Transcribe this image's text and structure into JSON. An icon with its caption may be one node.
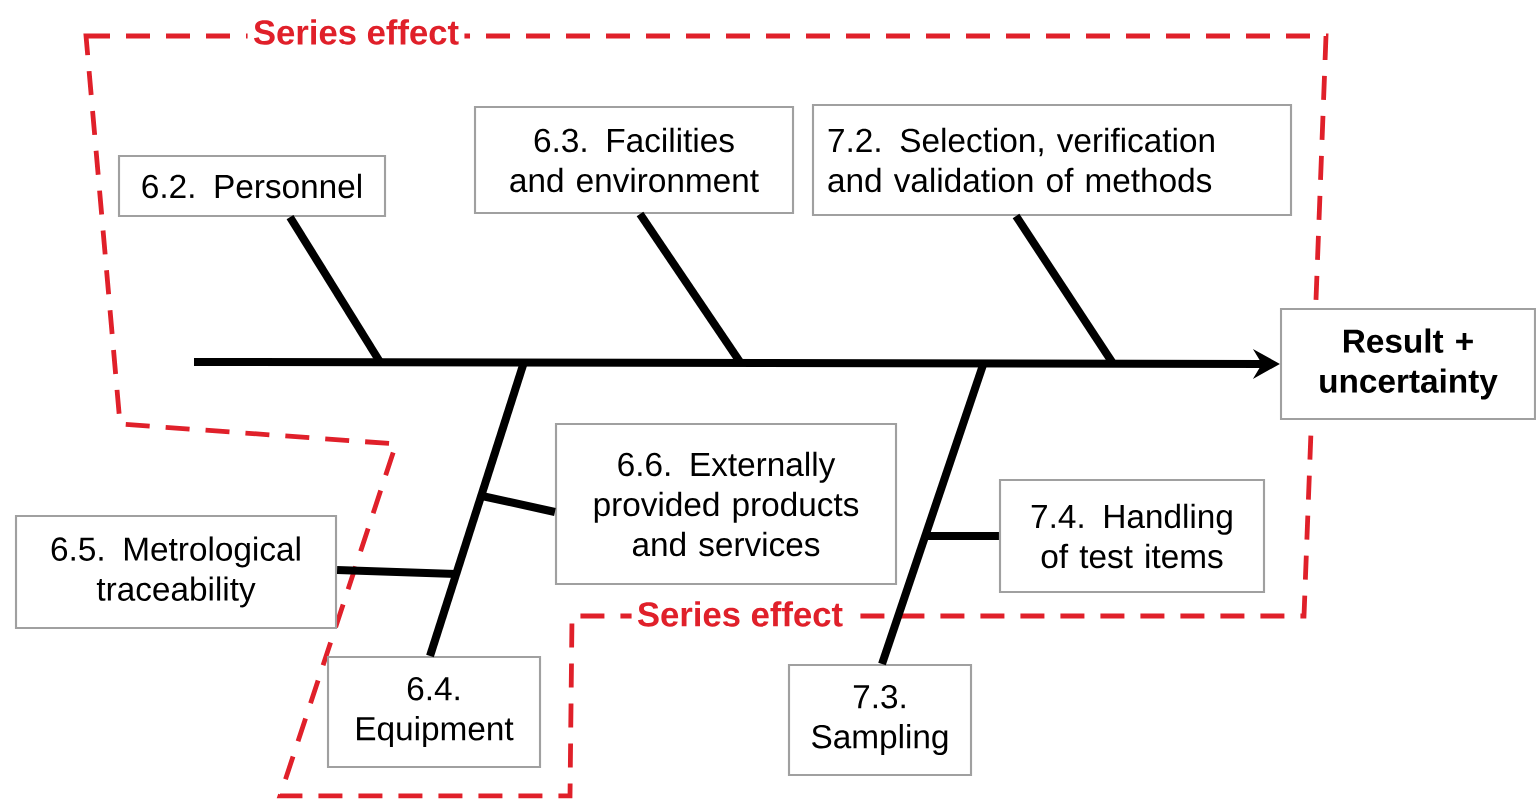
{
  "diagram": {
    "nodes": [
      {
        "text": [
          "6.2. Personnel"
        ]
      },
      {
        "text": [
          "6.3. Facilities and environment"
        ]
      },
      {
        "text": [
          "7.2. Selection, verification and validation of methods"
        ]
      },
      {
        "text": [
          "Result + uncertainty"
        ]
      },
      {
        "text": [
          "6.6. Externally provided products and services"
        ]
      },
      {
        "text": [
          "6.5. Metrological traceability"
        ]
      },
      {
        "text": [
          "7.4. Handling of test items"
        ]
      },
      {
        "text": [
          "6.4. Equipment"
        ]
      },
      {
        "text": [
          "7.3. Sampling"
        ]
      }
    ],
    "edges": [
      {
        "from": null,
        "to": 3,
        "arrow": "to"
      },
      {
        "from": 0,
        "to": null,
        "arrow": "none"
      },
      {
        "from": 1,
        "to": null,
        "arrow": "none"
      },
      {
        "from": 2,
        "to": null,
        "arrow": "none"
      },
      {
        "from": 7,
        "to": null,
        "arrow": "none"
      },
      {
        "from": 8,
        "to": null,
        "arrow": "none"
      },
      {
        "from": 4,
        "to": null,
        "arrow": "none"
      },
      {
        "from": 5,
        "to": null,
        "arrow": "none"
      },
      {
        "from": 6,
        "to": null,
        "arrow": "none"
      }
    ],
    "labels": [
      "Series effect",
      "Series effect"
    ]
  }
}
